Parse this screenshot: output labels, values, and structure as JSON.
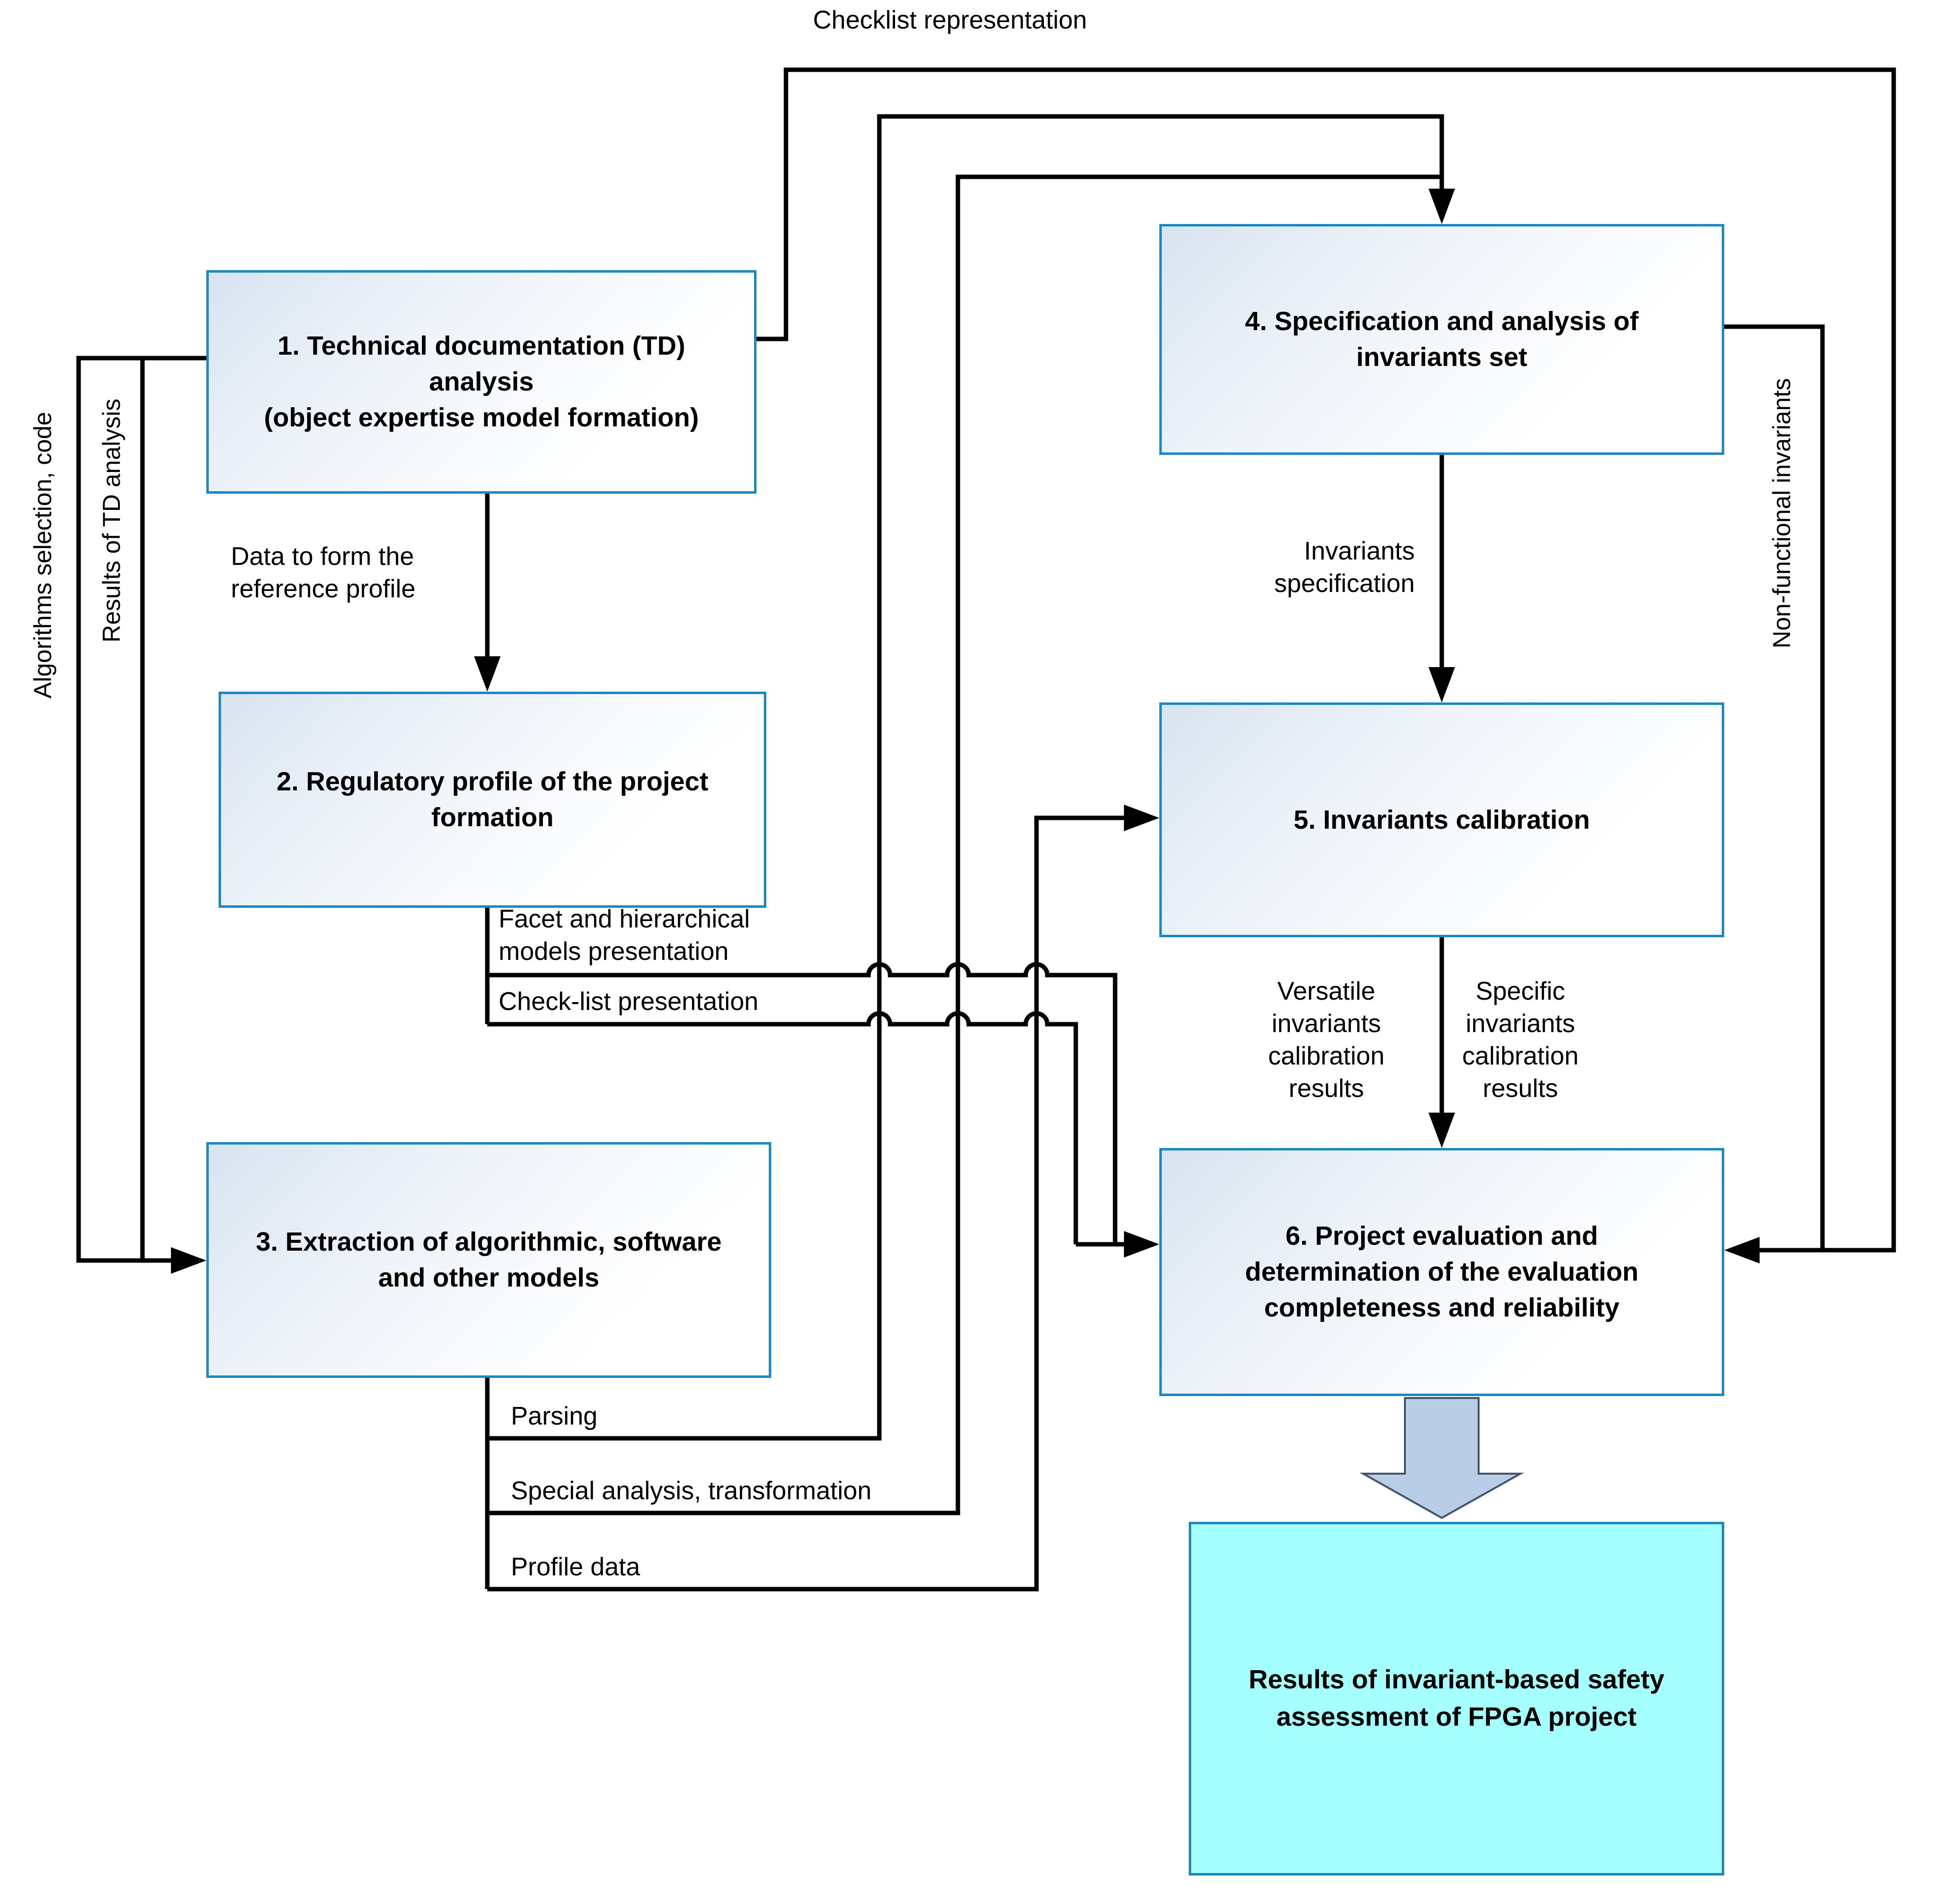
{
  "diagram": {
    "boxes": {
      "box1": {
        "label": "1. Technical documentation (TD)\nanalysis\n(object expertise model formation)"
      },
      "box2": {
        "label": "2. Regulatory profile of the project\nformation"
      },
      "box3": {
        "label": "3. Extraction of algorithmic, software\nand other models"
      },
      "box4": {
        "label": "4. Specification and analysis of\ninvariants set"
      },
      "box5": {
        "label": "5. Invariants calibration"
      },
      "box6": {
        "label": "6. Project evaluation and\ndetermination of the evaluation\ncompleteness and reliability"
      },
      "result": {
        "label": "Results of invariant-based safety\nassessment of FPGA project"
      }
    },
    "edge_labels": {
      "checklist_representation": "Checklist representation",
      "algorithms_selection": "Algorithms selection, code",
      "results_of_td": "Results of TD analysis",
      "data_to_form": "Data to form the\nreference profile",
      "invariants_specification": "Invariants\nspecification",
      "facet_models": "Facet and hierarchical\nmodels presentation",
      "checklist_presentation": "Check-list presentation",
      "versatile_results": "Versatile\ninvariants\ncalibration\nresults",
      "specific_results": "Specific\ninvariants\ncalibration\nresults",
      "non_functional": "Non-functional invariants",
      "parsing": "Parsing",
      "special_analysis": "Special analysis, transformation",
      "profile_data": "Profile data"
    },
    "colors": {
      "box-border": "#1b87c3",
      "box-fill-a": "#d9e4f1",
      "box-fill-b": "#ffffff",
      "result-fill": "#a5ffff",
      "result-border": "#1f86b8",
      "bigarrow-fill": "#b9cde7",
      "bigarrow-stroke": "#44546a",
      "line": "#000000"
    }
  }
}
